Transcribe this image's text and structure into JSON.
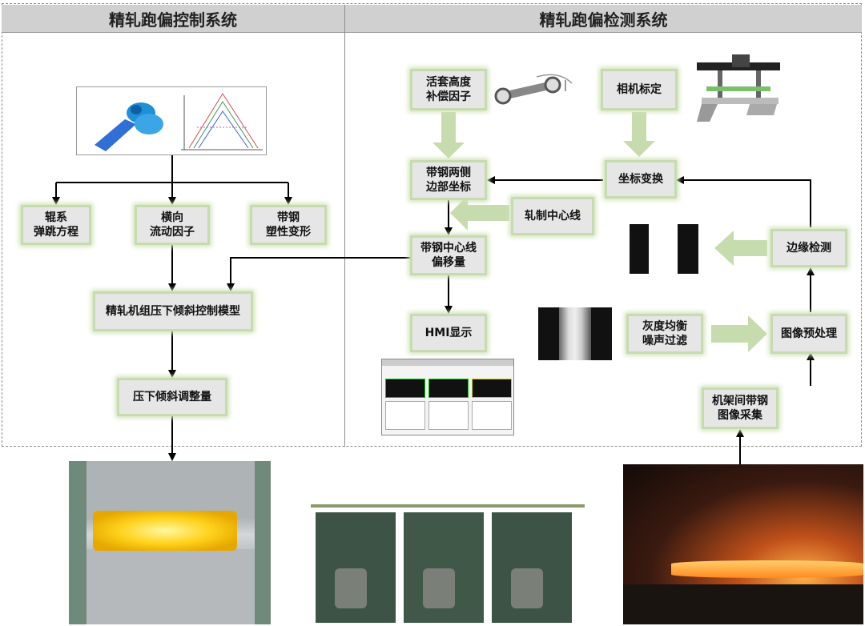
{
  "left_title": "精轧跑偏控制系统",
  "right_title": "精轧跑偏检测系统",
  "left_boxes": {
    "roll_system": "辊系\n弹跳方程",
    "lateral_flow": "横向\n流动因子",
    "strip_plastic": "带钢\n塑性变形",
    "control_model": "精轧机组压下倾斜控制模型",
    "tilt_adjust": "压下倾斜调整量"
  },
  "right_boxes": {
    "looper": "活套高度\n补偿因子",
    "camera_calib": "相机标定",
    "edge_coords": "带钢两侧\n边部坐标",
    "coord_transform": "坐标变换",
    "rolling_center": "轧制中心线",
    "center_offset": "带钢中心线\n偏移量",
    "edge_detect": "边缘检测",
    "hmi": "HMI显示",
    "gray_balance": "灰度均衡\n噪声过滤",
    "preprocess": "图像预处理",
    "acquisition": "机架间带钢\n图像采集"
  },
  "colors": {
    "box_bg": "#e6e6e6",
    "box_glow": "#c7dcae",
    "fat_arrow": "#c7dcae",
    "header_bg": "#d0d0d0"
  }
}
